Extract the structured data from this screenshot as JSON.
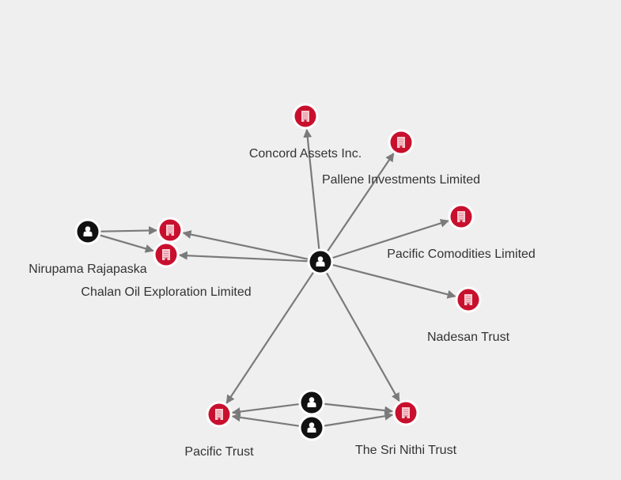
{
  "colors": {
    "company": "#c8102e",
    "person": "#111111",
    "edge": "#7a7a7a",
    "background": "#efefef"
  },
  "nodes": [
    {
      "id": "p0",
      "type": "person",
      "icon": "person-icon",
      "label": ""
    },
    {
      "id": "c1",
      "type": "company",
      "icon": "building-icon",
      "label": "Concord Assets Inc."
    },
    {
      "id": "c2",
      "type": "company",
      "icon": "building-icon",
      "label": "Pallene Investments Limited"
    },
    {
      "id": "c3",
      "type": "company",
      "icon": "building-icon",
      "label": "Pacific Comodities Limited"
    },
    {
      "id": "c4",
      "type": "company",
      "icon": "building-icon",
      "label": "Nadesan Trust"
    },
    {
      "id": "c5",
      "type": "company",
      "icon": "building-icon",
      "label": ""
    },
    {
      "id": "c6",
      "type": "company",
      "icon": "building-icon",
      "label": "Chalan Oil Exploration Limited"
    },
    {
      "id": "p1",
      "type": "person",
      "icon": "person-icon",
      "label": "Nirupama Rajapaska"
    },
    {
      "id": "c7",
      "type": "company",
      "icon": "building-icon",
      "label": "Pacific Trust"
    },
    {
      "id": "c8",
      "type": "company",
      "icon": "building-icon",
      "label": "The Sri Nithi Trust"
    },
    {
      "id": "p2",
      "type": "person",
      "icon": "person-icon",
      "label": ""
    },
    {
      "id": "p3",
      "type": "person",
      "icon": "person-icon",
      "label": ""
    }
  ],
  "edges": [
    [
      "p0",
      "c1"
    ],
    [
      "p0",
      "c2"
    ],
    [
      "p0",
      "c3"
    ],
    [
      "p0",
      "c4"
    ],
    [
      "p0",
      "c5"
    ],
    [
      "p0",
      "c6"
    ],
    [
      "p0",
      "c7"
    ],
    [
      "p0",
      "c8"
    ],
    [
      "p1",
      "c5"
    ],
    [
      "p1",
      "c6"
    ],
    [
      "p2",
      "c7"
    ],
    [
      "p2",
      "c8"
    ],
    [
      "p3",
      "c7"
    ],
    [
      "p3",
      "c8"
    ]
  ]
}
